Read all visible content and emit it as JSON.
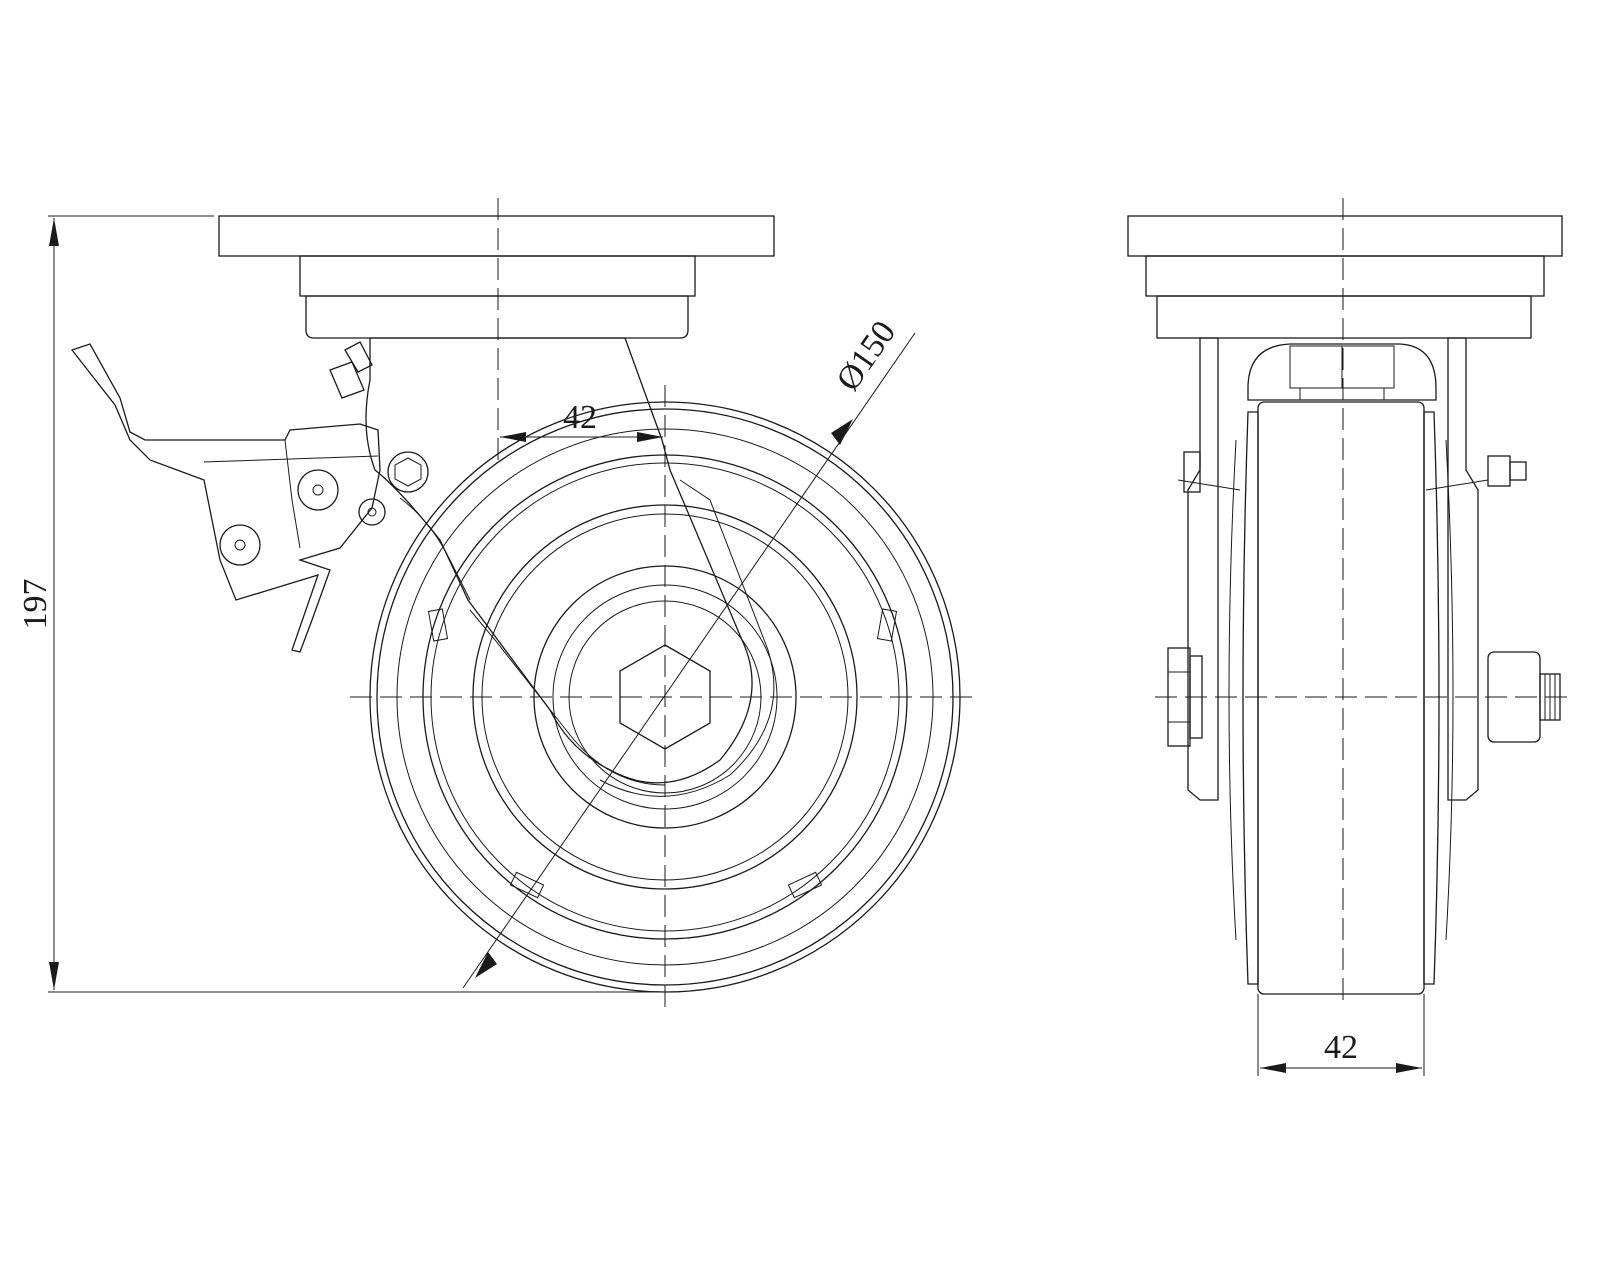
{
  "dimensions": {
    "total_height": "197",
    "offset_front": "42",
    "wheel_diameter": "Ø150",
    "wheel_width": "42"
  }
}
